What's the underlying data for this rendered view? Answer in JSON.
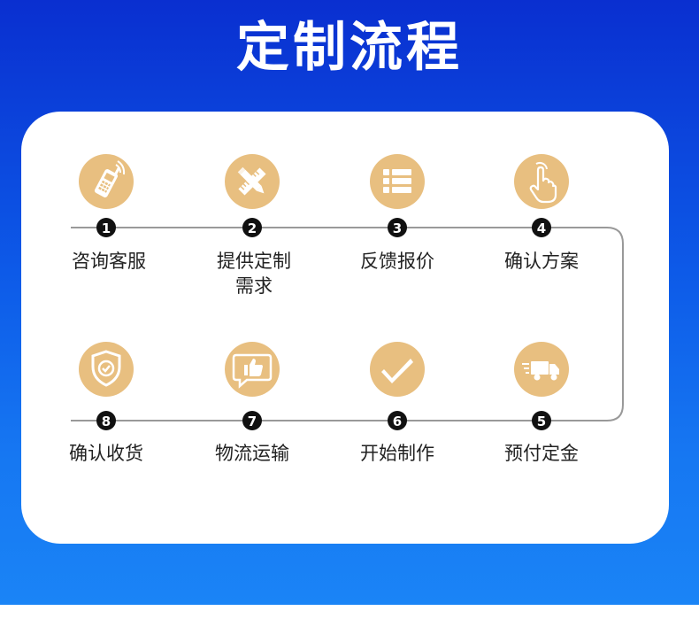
{
  "title": "定制流程",
  "accent_color": "#e8bf80",
  "steps": [
    {
      "num": "1",
      "label": "咨询客服",
      "icon": "phone-icon"
    },
    {
      "num": "2",
      "label": "提供定制需求",
      "icon": "pencil-ruler-icon"
    },
    {
      "num": "3",
      "label": "反馈报价",
      "icon": "list-icon"
    },
    {
      "num": "4",
      "label": "确认方案",
      "icon": "hand-pointer-icon"
    },
    {
      "num": "5",
      "label": "预付定金",
      "icon": "delivery-truck-icon"
    },
    {
      "num": "6",
      "label": "开始制作",
      "icon": "checkmark-icon"
    },
    {
      "num": "7",
      "label": "物流运输",
      "icon": "thumbs-up-chat-icon"
    },
    {
      "num": "8",
      "label": "确认收货",
      "icon": "shield-check-icon"
    }
  ]
}
